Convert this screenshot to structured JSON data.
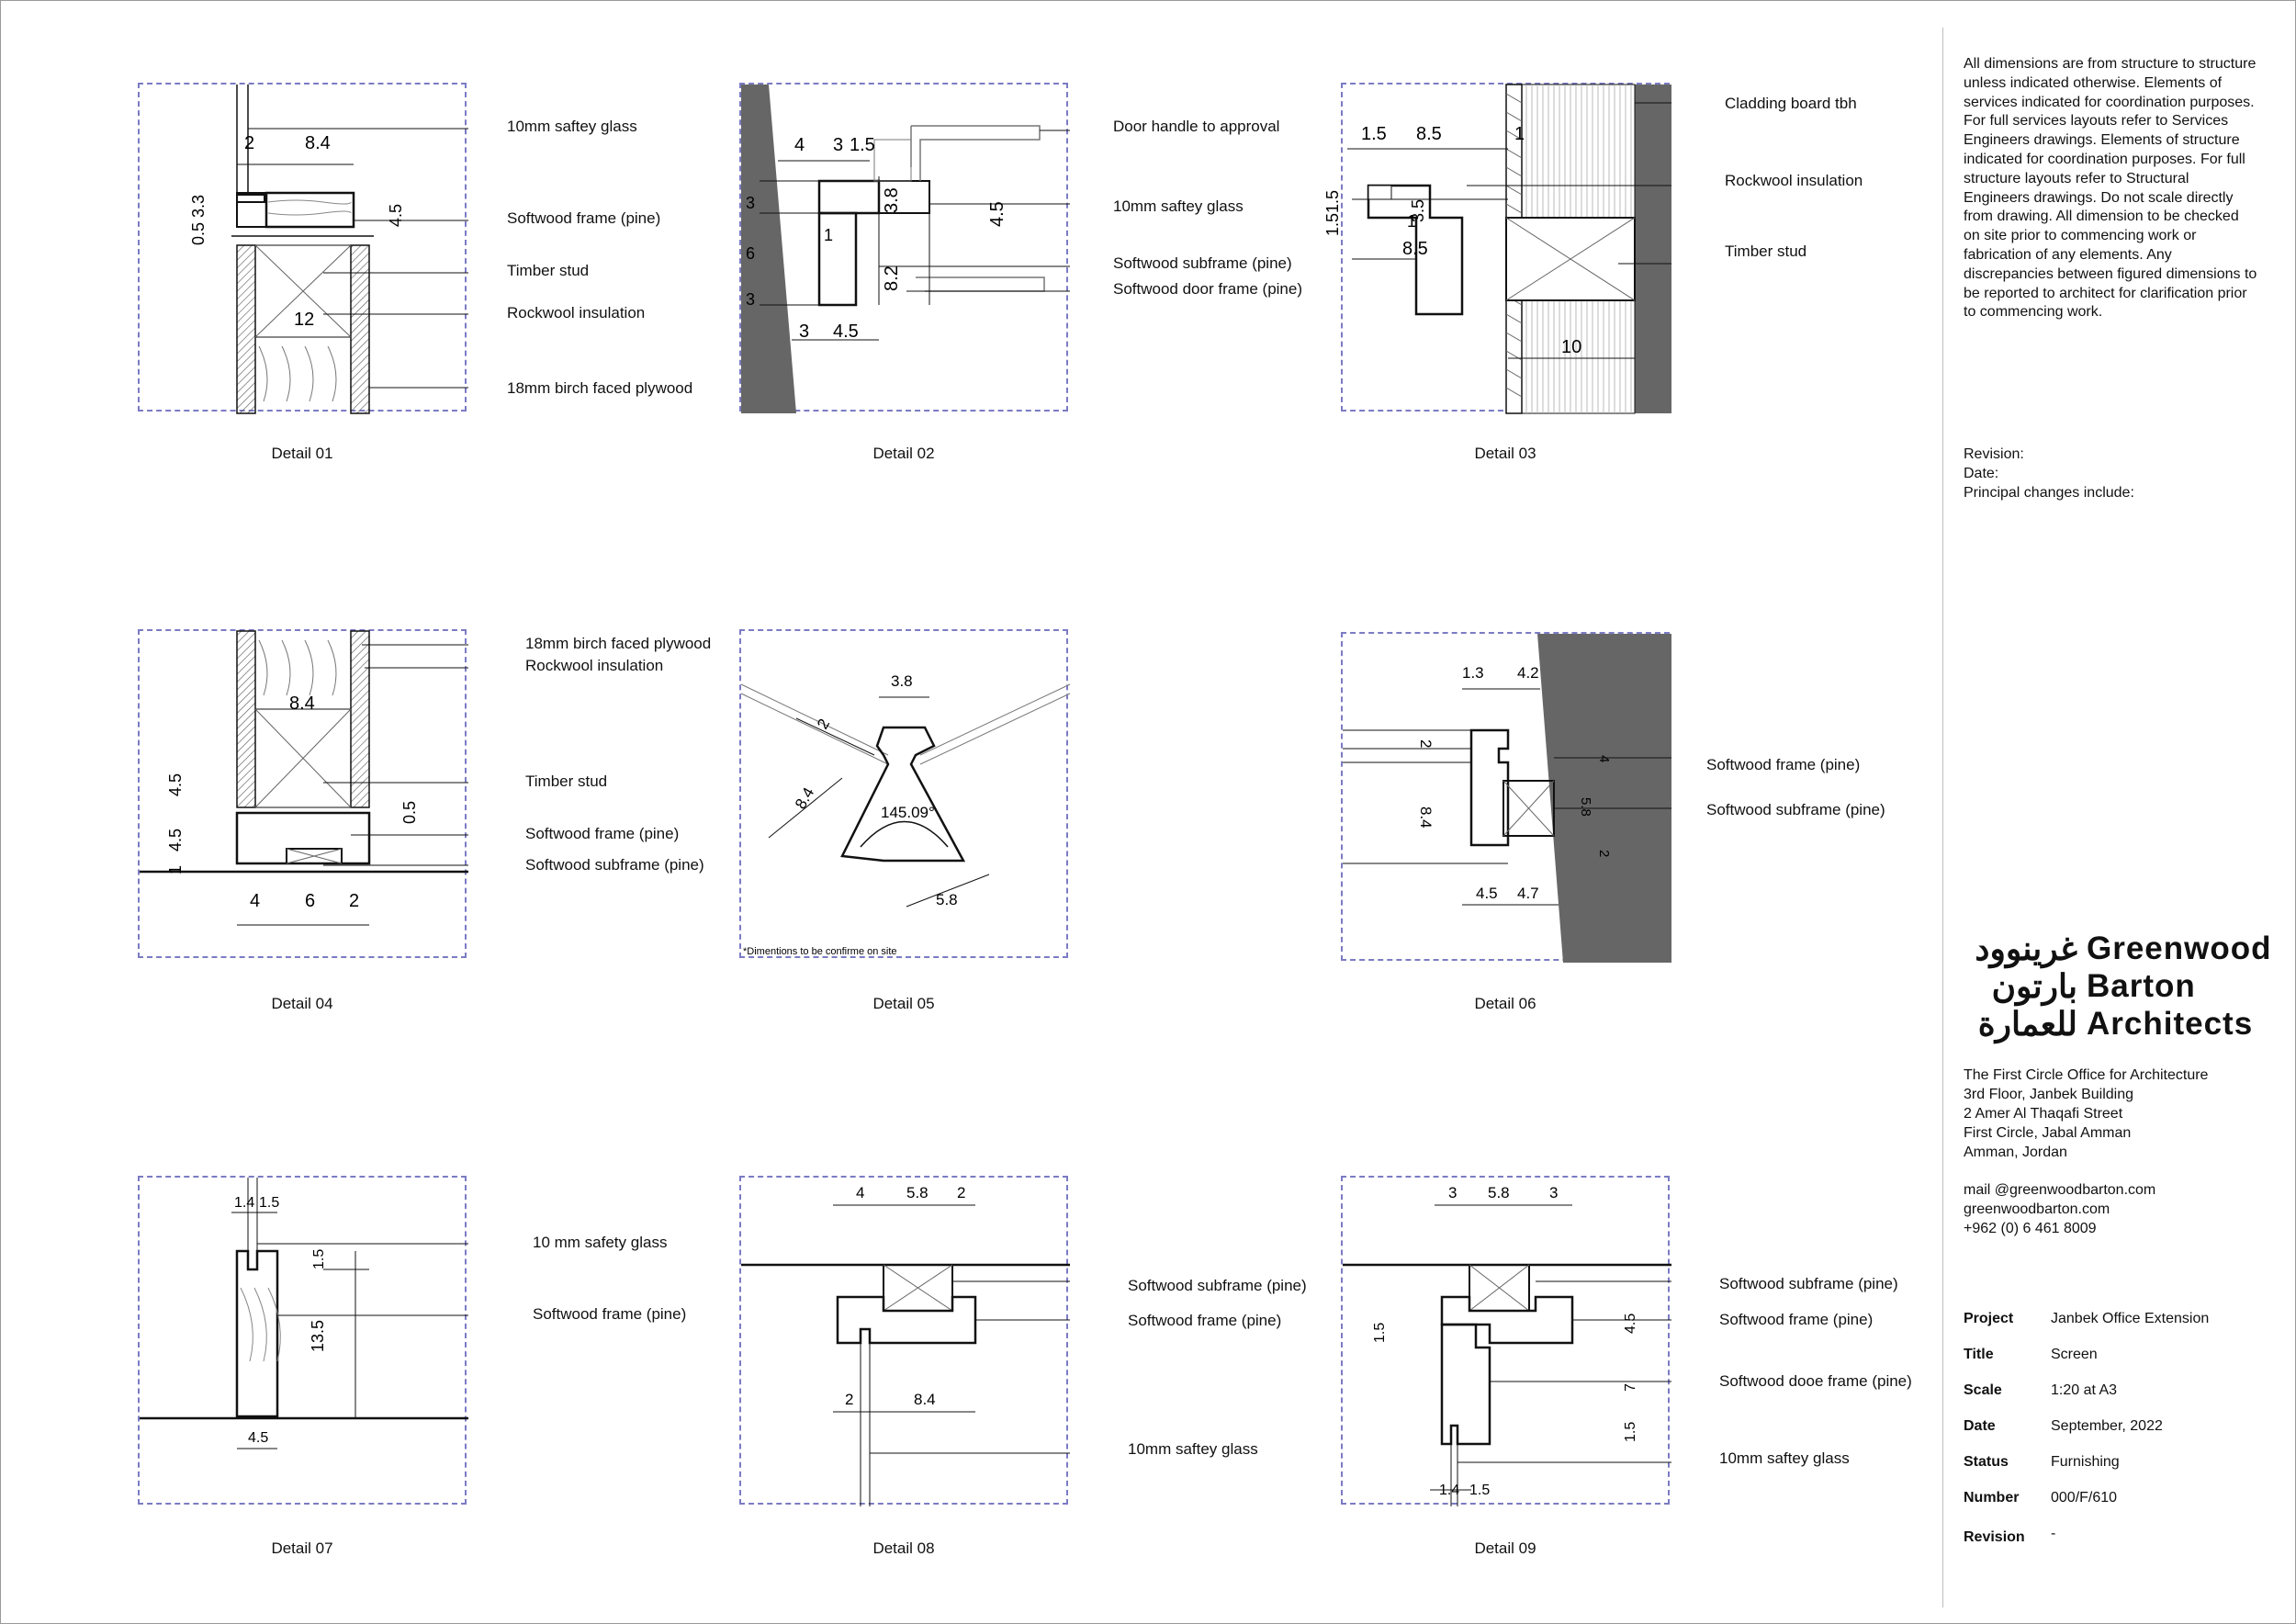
{
  "details": [
    {
      "caption": "Detail 01",
      "labels": [
        "10mm saftey glass",
        "Softwood frame (pine)",
        "Timber stud",
        "Rockwool insulation",
        "18mm birch faced plywood"
      ],
      "dims": [
        "2",
        "8.4",
        "0.5",
        "3.3",
        "4.5",
        "12"
      ]
    },
    {
      "caption": "Detail 02",
      "labels": [
        "Door handle to approval",
        "10mm saftey glass",
        "Softwood subframe (pine)",
        "Softwood door frame (pine)"
      ],
      "dims": [
        "4",
        "3",
        "1.5",
        "3.8",
        "4.5",
        "3",
        "6",
        "3",
        "1",
        "8.2",
        "3",
        "4.5"
      ]
    },
    {
      "caption": "Detail 03",
      "labels": [
        "Cladding board tbh",
        "Rockwool insulation",
        "Timber stud"
      ],
      "dims": [
        "1.5",
        "8.5",
        "1",
        "1.5",
        "1.5",
        "3.5",
        "1",
        "8.5",
        "10"
      ]
    },
    {
      "caption": "Detail 04",
      "labels": [
        "18mm birch faced plywood",
        "Rockwool insulation",
        "Timber stud",
        "Softwood frame (pine)",
        "Softwood subframe (pine)"
      ],
      "dims": [
        "8.4",
        "4.5",
        "0.5",
        "1",
        "4.5",
        "4",
        "6",
        "2"
      ]
    },
    {
      "caption": "Detail 05",
      "labels": [],
      "dims": [
        "3.8",
        "2",
        "8.4",
        "145.09°",
        "5.8"
      ],
      "note": "*Dimentions to be confirme on site"
    },
    {
      "caption": "Detail 06",
      "labels": [
        "Softwood frame (pine)",
        "Softwood subframe (pine)"
      ],
      "dims": [
        "1.3",
        "4.2",
        "2",
        "4",
        "8.4",
        "5.8",
        "2",
        "4.5",
        "4.7"
      ]
    },
    {
      "caption": "Detail 07",
      "labels": [
        "10 mm safety glass",
        "Softwood frame (pine)"
      ],
      "dims": [
        "1.4",
        "1.5",
        "1.5",
        "13.5",
        "4.5"
      ]
    },
    {
      "caption": "Detail 08",
      "labels": [
        "Softwood subframe (pine)",
        "Softwood frame (pine)",
        "10mm saftey glass"
      ],
      "dims": [
        "4",
        "5.8",
        "2",
        "2",
        "8.4"
      ]
    },
    {
      "caption": "Detail 09",
      "labels": [
        "Softwood subframe (pine)",
        "Softwood frame (pine)",
        "Softwood dooe frame (pine)",
        "10mm saftey glass"
      ],
      "dims": [
        "3",
        "5.8",
        "3",
        "1.5",
        "4.5",
        "7",
        "1.5",
        "1.4",
        "1.5"
      ]
    }
  ],
  "notes": "All dimensions are from structure to structure unless indicated otherwise. Elements of services indicated for coordination purposes. For full services layouts refer to Services Engineers drawings. Elements of structure indicated for coordination purposes. For full structure layouts refer to Structural Engineers drawings. Do not scale directly from drawing. All dimension to be checked on site prior to commencing work or fabrication of any elements. Any discrepancies between figured dimensions to be reported to architect for clarification prior to commencing work.",
  "revision_block": {
    "revision": "Revision:",
    "date": "Date:",
    "changes": "Principal changes include:"
  },
  "logo": {
    "en": [
      "Greenwood",
      "Barton",
      "Architects"
    ],
    "ar": [
      "غرينوود",
      "بارتون",
      "للعمارة"
    ]
  },
  "address": [
    "The First Circle Office for Architecture",
    "3rd Floor, Janbek Building",
    "2 Amer Al Thaqafi Street",
    "First Circle, Jabal Amman",
    "Amman, Jordan"
  ],
  "contact": [
    "mail @greenwoodbarton.com",
    "greenwoodbarton.com",
    "+962 (0) 6 461 8009"
  ],
  "title_block": [
    {
      "key": "Project",
      "value": "Janbek Office Extension"
    },
    {
      "key": "Title",
      "value": "Screen"
    },
    {
      "key": "Scale",
      "value": "1:20 at A3"
    },
    {
      "key": "Date",
      "value": "September, 2022"
    },
    {
      "key": "Status",
      "value": "Furnishing"
    },
    {
      "key": "Number",
      "value": "000/F/610"
    },
    {
      "key": "Revision",
      "value": "-"
    }
  ]
}
